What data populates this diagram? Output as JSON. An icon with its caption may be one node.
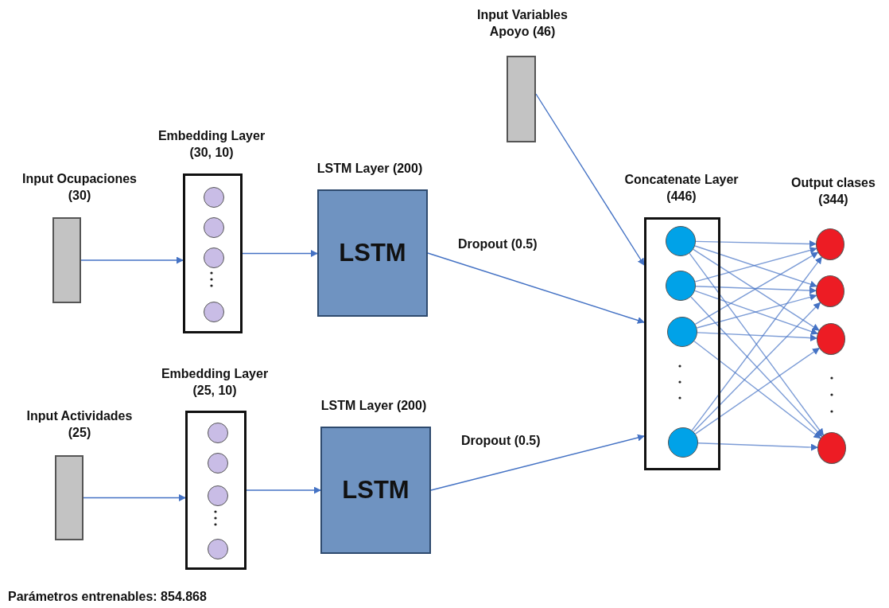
{
  "diagram": {
    "nodes": [
      {
        "text": [
          "Input Ocupaciones (30)"
        ]
      },
      {
        "text": [
          "Embedding Layer (30, 10)"
        ]
      },
      {
        "text": [],
        "shape": "circle",
        "in": 1
      },
      {
        "text": [],
        "shape": "circle",
        "in": 1
      },
      {
        "text": [],
        "shape": "circle",
        "in": 1
      },
      {
        "text": [],
        "shape": "circle",
        "in": 1
      },
      {
        "text": [
          "LSTM Layer (200)",
          "LSTM"
        ]
      },
      {
        "text": [
          "Input Actividades (25)"
        ]
      },
      {
        "text": [
          "Embedding Layer (25, 10)"
        ]
      },
      {
        "text": [],
        "shape": "circle",
        "in": 8
      },
      {
        "text": [],
        "shape": "circle",
        "in": 8
      },
      {
        "text": [],
        "shape": "circle",
        "in": 8
      },
      {
        "text": [],
        "shape": "circle",
        "in": 8
      },
      {
        "text": [
          "LSTM Layer (200)",
          "LSTM"
        ]
      },
      {
        "text": [
          "Input Variables Apoyo (46)"
        ]
      },
      {
        "text": [
          "Concatenate Layer (446)"
        ]
      },
      {
        "text": [],
        "shape": "circle",
        "in": 15
      },
      {
        "text": [],
        "shape": "circle",
        "in": 15
      },
      {
        "text": [],
        "shape": "circle",
        "in": 15
      },
      {
        "text": [],
        "shape": "circle",
        "in": 15
      },
      {
        "text": [],
        "shape": "circle"
      },
      {
        "text": [],
        "shape": "circle"
      },
      {
        "text": [],
        "shape": "circle"
      },
      {
        "text": [],
        "shape": "circle"
      }
    ],
    "edges": [
      {
        "from": 0,
        "to": 1,
        "arrow": "to"
      },
      {
        "from": 1,
        "to": 6,
        "arrow": "to"
      },
      {
        "from": 6,
        "to": 15,
        "arrow": "to",
        "label": "Dropout (0.5)"
      },
      {
        "from": 7,
        "to": 8,
        "arrow": "to"
      },
      {
        "from": 8,
        "to": 13,
        "arrow": "to"
      },
      {
        "from": 13,
        "to": 15,
        "arrow": "to",
        "label": "Dropout (0.5)"
      },
      {
        "from": 14,
        "to": 15,
        "arrow": "to"
      },
      {
        "from": 16,
        "to": 20,
        "arrow": "to"
      },
      {
        "from": 16,
        "to": 21,
        "arrow": "to"
      },
      {
        "from": 16,
        "to": 22,
        "arrow": "to"
      },
      {
        "from": 16,
        "to": 23,
        "arrow": "to"
      },
      {
        "from": 17,
        "to": 20,
        "arrow": "to"
      },
      {
        "from": 17,
        "to": 21,
        "arrow": "to"
      },
      {
        "from": 17,
        "to": 22,
        "arrow": "to"
      },
      {
        "from": 17,
        "to": 23,
        "arrow": "to"
      },
      {
        "from": 18,
        "to": 20,
        "arrow": "to"
      },
      {
        "from": 18,
        "to": 21,
        "arrow": "to"
      },
      {
        "from": 18,
        "to": 22,
        "arrow": "to"
      },
      {
        "from": 18,
        "to": 23,
        "arrow": "to"
      },
      {
        "from": 19,
        "to": 20,
        "arrow": "to"
      },
      {
        "from": 19,
        "to": 21,
        "arrow": "to"
      },
      {
        "from": 19,
        "to": 22,
        "arrow": "to"
      },
      {
        "from": 19,
        "to": 23,
        "arrow": "to"
      }
    ],
    "labels": [
      "Output clases (344)",
      "Parámetros entrenables: 854.868"
    ]
  }
}
